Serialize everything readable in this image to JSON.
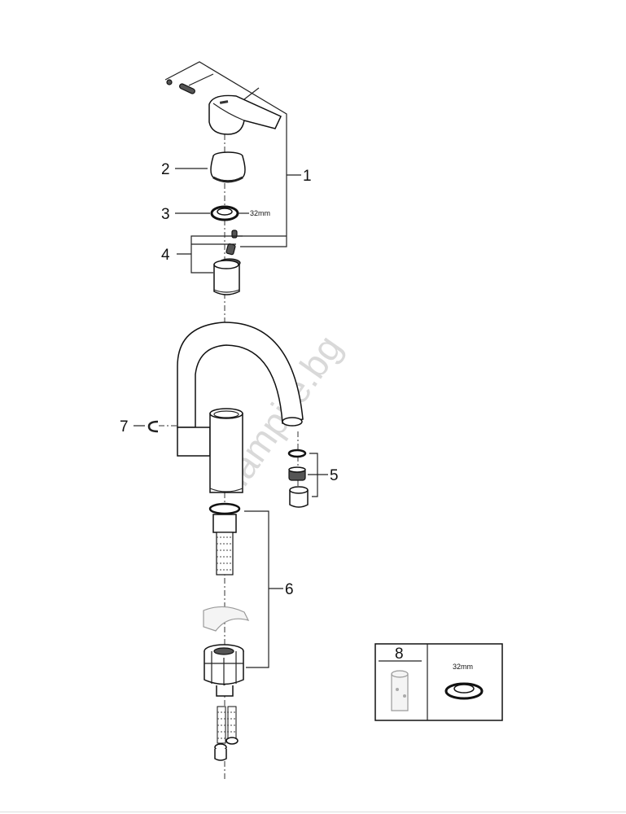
{
  "diagram": {
    "callouts": [
      {
        "id": "1",
        "label": "1"
      },
      {
        "id": "2",
        "label": "2"
      },
      {
        "id": "3",
        "label": "3",
        "dimension": "32mm"
      },
      {
        "id": "4",
        "label": "4"
      },
      {
        "id": "5",
        "label": "5"
      },
      {
        "id": "6",
        "label": "6"
      },
      {
        "id": "7",
        "label": "7"
      }
    ],
    "accessory_box": {
      "item_label": "8",
      "dimension": "32mm"
    },
    "watermark": "lampite.bg"
  }
}
